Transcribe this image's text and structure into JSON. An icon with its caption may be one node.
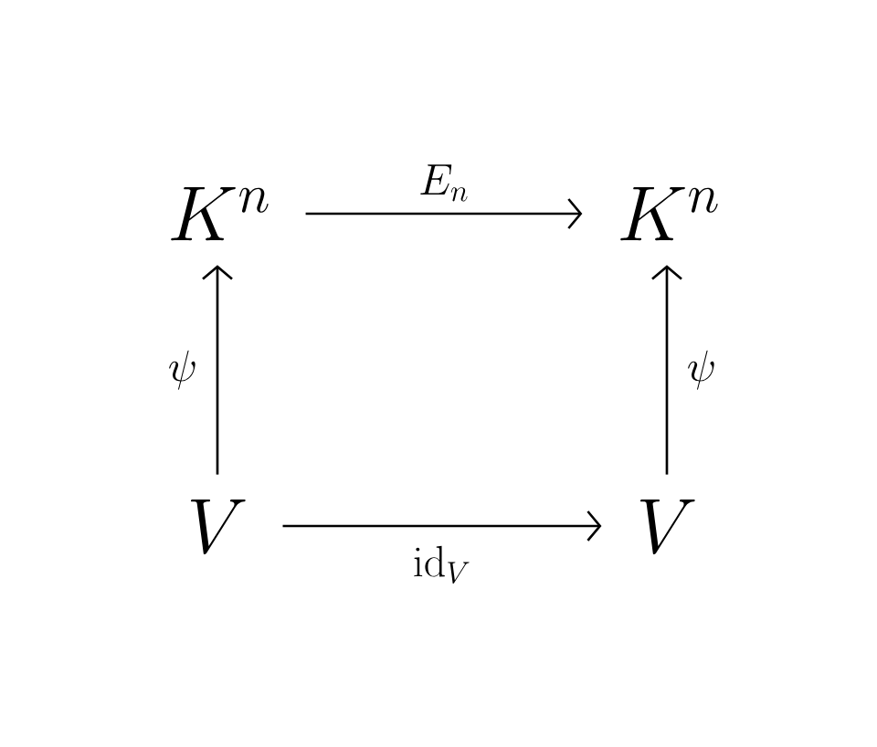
{
  "diagram": {
    "nodes": [
      {
        "text": [
          "K^n"
        ]
      },
      {
        "text": [
          "K^n"
        ]
      },
      {
        "text": [
          "V"
        ]
      },
      {
        "text": [
          "V"
        ]
      }
    ],
    "edges": [
      {
        "from": 0,
        "to": 1,
        "arrow": "to",
        "label": "E_n"
      },
      {
        "from": 2,
        "to": 0,
        "arrow": "to",
        "label": "\\psi"
      },
      {
        "from": 3,
        "to": 1,
        "arrow": "to",
        "label": "\\psi"
      },
      {
        "from": 2,
        "to": 3,
        "arrow": "to",
        "label": "\\mathrm{id}_V"
      }
    ]
  }
}
